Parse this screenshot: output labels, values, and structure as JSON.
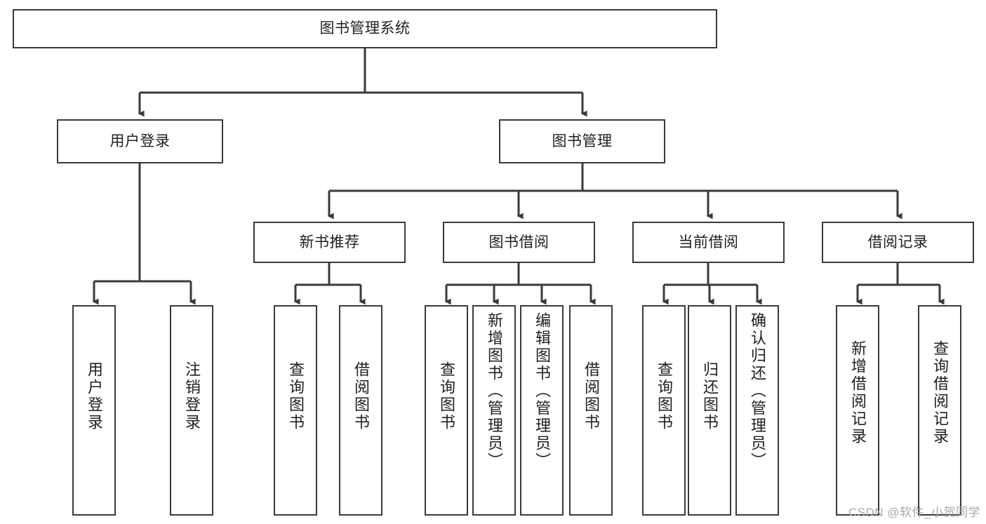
{
  "diagram": {
    "title": "图书管理系统",
    "watermark": "CSDN @软件_小贺同学",
    "line_color": "#3a3a3a",
    "box_fill": "#ffffff",
    "text_color": "#1f1f1f",
    "watermark_color": "#a9a9a9"
  },
  "nodes": {
    "root": {
      "label": "图书管理系统"
    },
    "level2": [
      {
        "label": "用户登录"
      },
      {
        "label": "图书管理"
      }
    ],
    "level3": [
      {
        "label": "新书推荐"
      },
      {
        "label": "图书借阅"
      },
      {
        "label": "当前借阅"
      },
      {
        "label": "借阅记录"
      }
    ],
    "leaves": {
      "user_login": [
        {
          "label": "用户登录"
        },
        {
          "label": "注销登录"
        }
      ],
      "new_book_recommend": [
        {
          "label": "查询图书"
        },
        {
          "label": "借阅图书"
        }
      ],
      "book_borrow": [
        {
          "label": "查询图书"
        },
        {
          "label": "新增图书（管理员）"
        },
        {
          "label": "编辑图书（管理员）"
        },
        {
          "label": "借阅图书"
        }
      ],
      "current_borrow": [
        {
          "label": "查询图书"
        },
        {
          "label": "归还图书"
        },
        {
          "label": "确认归还（管理员）"
        }
      ],
      "borrow_record": [
        {
          "label": "新增借阅记录"
        },
        {
          "label": "查询借阅记录"
        }
      ]
    }
  }
}
